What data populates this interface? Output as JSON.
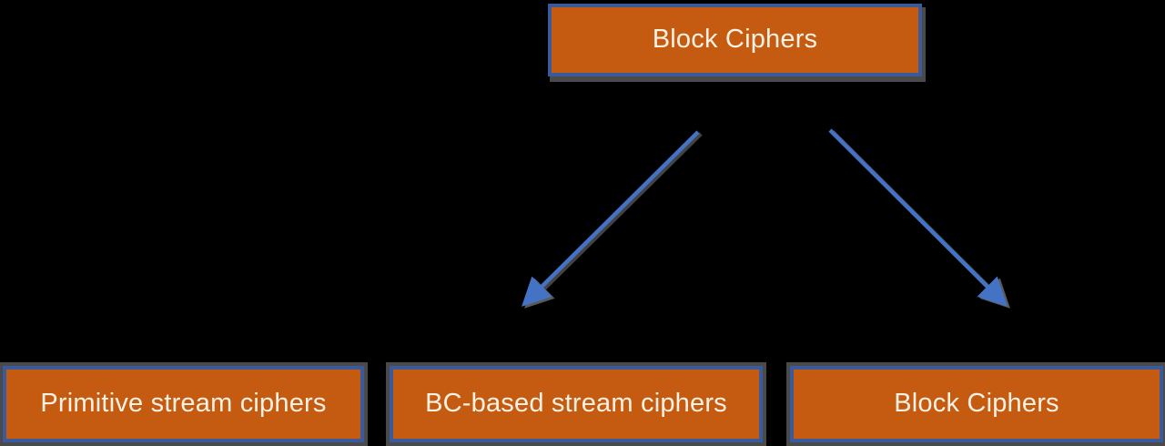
{
  "diagram": {
    "title": "Block cipher classification diagram",
    "background_color": "#000000",
    "node_fill_color": "#C55A11",
    "node_border_color": "#3A5A9B",
    "node_text_color": "#FCF2E4",
    "shadow_color": "#4A4A4A",
    "arrow_color": "#4472C4",
    "root": {
      "label": "Block Ciphers"
    },
    "children": [
      {
        "label": "Primitive stream ciphers"
      },
      {
        "label": "BC-based stream ciphers"
      },
      {
        "label": "Block Ciphers"
      }
    ],
    "arrows": [
      {
        "name": "arrow-root-to-bc-based",
        "from": "root",
        "to": "BC-based stream ciphers"
      },
      {
        "name": "arrow-root-to-block-ciphers",
        "from": "root",
        "to": "Block Ciphers"
      }
    ]
  }
}
